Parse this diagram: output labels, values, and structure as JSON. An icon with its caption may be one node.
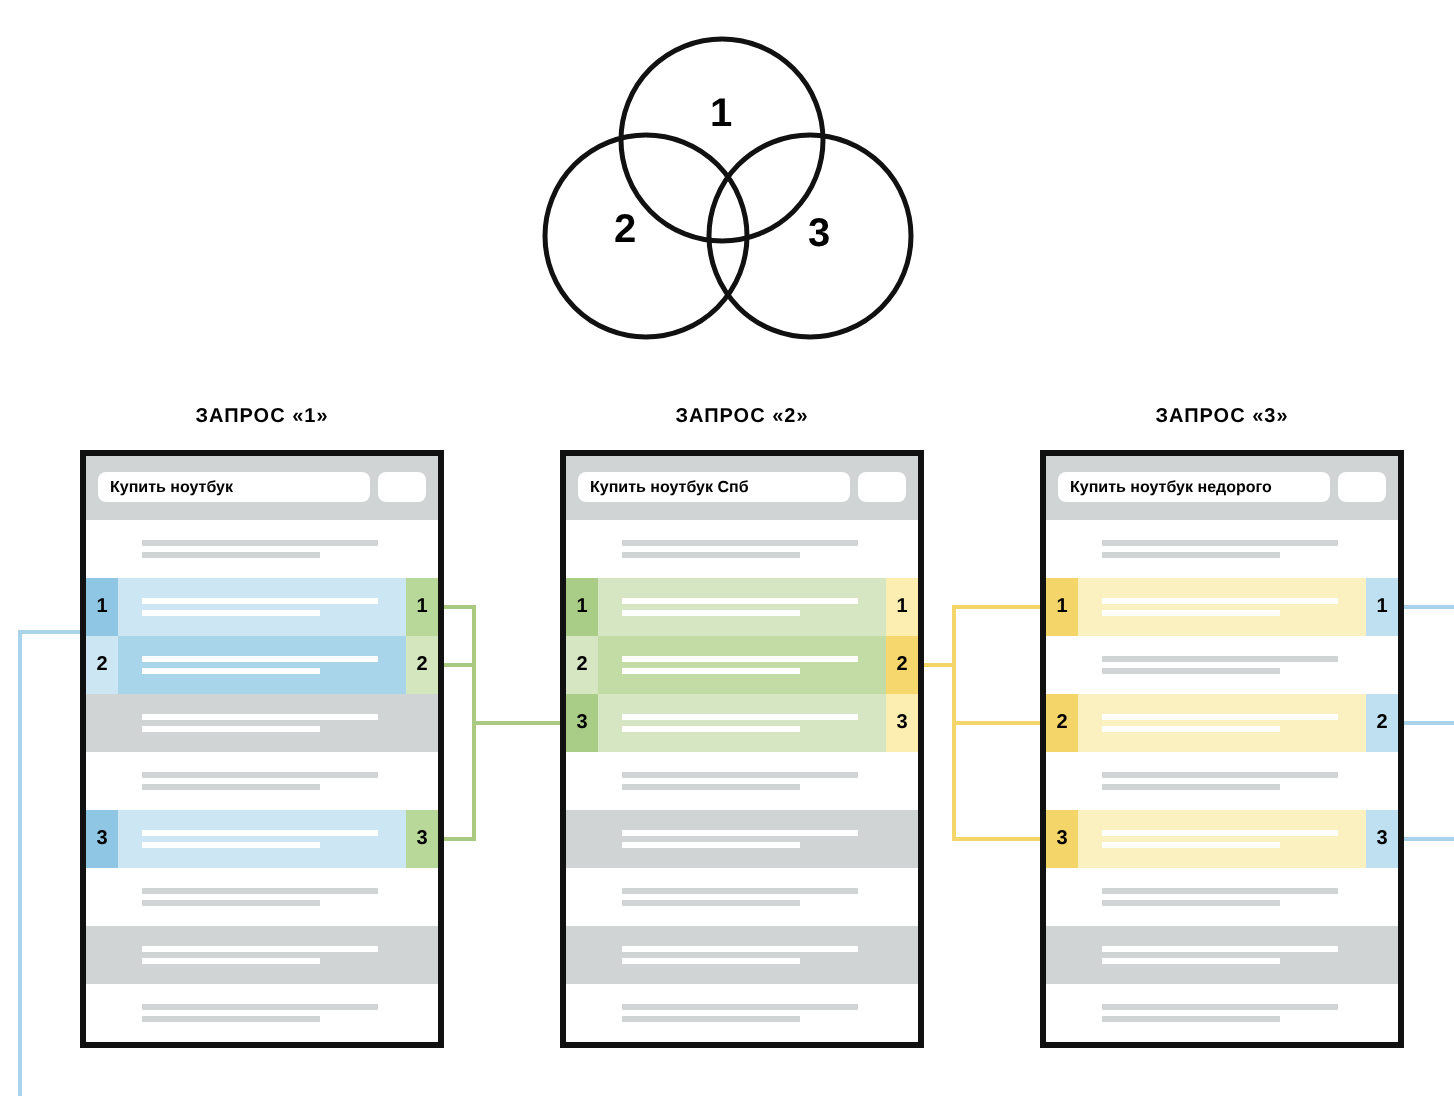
{
  "diagram": {
    "nodes": [
      {
        "text": [
          "1"
        ]
      },
      {
        "text": [
          "2"
        ]
      },
      {
        "text": [
          "3"
        ]
      },
      {
        "text": [
          "ЗАПРОС «1»"
        ]
      },
      {
        "text": [
          "Купить ноутбук"
        ],
        "in": 3
      },
      {
        "text": [
          "1",
          "1"
        ],
        "in": 3
      },
      {
        "text": [
          "2",
          "2"
        ],
        "in": 3
      },
      {
        "text": [
          "3",
          "3"
        ],
        "in": 3
      },
      {
        "text": [
          "ЗАПРОС «2»"
        ]
      },
      {
        "text": [
          "Купить ноутбук Спб"
        ],
        "in": 8
      },
      {
        "text": [
          "1",
          "1"
        ],
        "in": 8
      },
      {
        "text": [
          "2",
          "2"
        ],
        "in": 8
      },
      {
        "text": [
          "3",
          "3"
        ],
        "in": 8
      },
      {
        "text": [
          "ЗАПРОС «3»"
        ]
      },
      {
        "text": [
          "Купить ноутбук недорого"
        ],
        "in": 13
      },
      {
        "text": [
          "1",
          "1"
        ],
        "in": 13
      },
      {
        "text": [
          "2",
          "2"
        ],
        "in": 13
      },
      {
        "text": [
          "3",
          "3"
        ],
        "in": 13
      }
    ],
    "edges": [
      {
        "from": 5,
        "to": 12,
        "arrow": "none",
        "color": "#a8c97f"
      },
      {
        "from": 6,
        "to": 12,
        "arrow": "none",
        "color": "#a8c97f"
      },
      {
        "from": 7,
        "to": 12,
        "arrow": "none",
        "color": "#a8c97f"
      },
      {
        "from": 11,
        "to": 15,
        "arrow": "none",
        "color": "#f3d56a"
      },
      {
        "from": 11,
        "to": 16,
        "arrow": "none",
        "color": "#f3d56a"
      },
      {
        "from": 11,
        "to": 17,
        "arrow": "none",
        "color": "#f3d56a"
      },
      {
        "from": 5,
        "to": null,
        "arrow": "none",
        "color": "#a9d3ea"
      },
      {
        "from": 15,
        "to": null,
        "arrow": "none",
        "color": "#a9d3ea"
      },
      {
        "from": 16,
        "to": null,
        "arrow": "none",
        "color": "#a9d3ea"
      },
      {
        "from": 17,
        "to": null,
        "arrow": "none",
        "color": "#a9d3ea"
      }
    ]
  }
}
